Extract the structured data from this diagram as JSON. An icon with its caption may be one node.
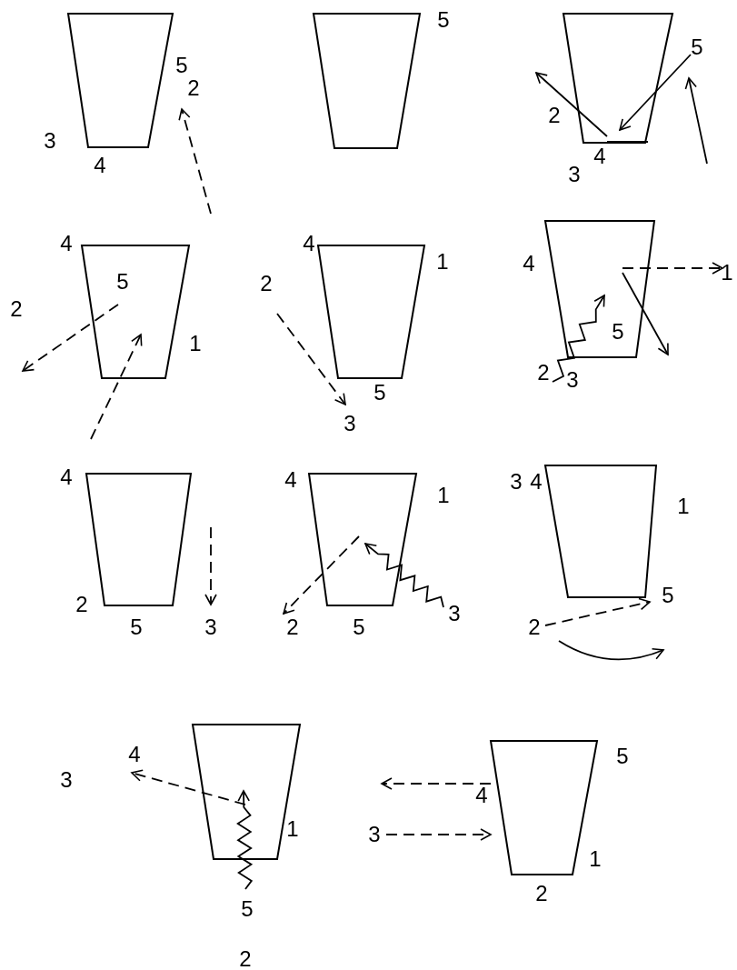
{
  "diagram": {
    "nodes": [
      {
        "text": [],
        "shape": "trapezoid"
      },
      {
        "text": [],
        "shape": "trapezoid"
      },
      {
        "text": [],
        "shape": "trapezoid"
      },
      {
        "text": [],
        "shape": "trapezoid"
      },
      {
        "text": [],
        "shape": "trapezoid"
      },
      {
        "text": [],
        "shape": "trapezoid"
      },
      {
        "text": [],
        "shape": "trapezoid"
      },
      {
        "text": [],
        "shape": "trapezoid"
      },
      {
        "text": [],
        "shape": "trapezoid"
      },
      {
        "text": [],
        "shape": "trapezoid"
      },
      {
        "text": [],
        "shape": "trapezoid"
      }
    ],
    "labels": [
      "5",
      "2",
      "3",
      "4",
      "5",
      "5",
      "2",
      "4",
      "3",
      "4",
      "5",
      "2",
      "1",
      "4",
      "1",
      "2",
      "5",
      "3",
      "1",
      "4",
      "5",
      "2",
      "3",
      "4",
      "2",
      "5",
      "3",
      "4",
      "1",
      "2",
      "5",
      "3",
      "3",
      "4",
      "1",
      "5",
      "2",
      "4",
      "3",
      "1",
      "5",
      "2",
      "5",
      "4",
      "3",
      "1",
      "2"
    ]
  }
}
